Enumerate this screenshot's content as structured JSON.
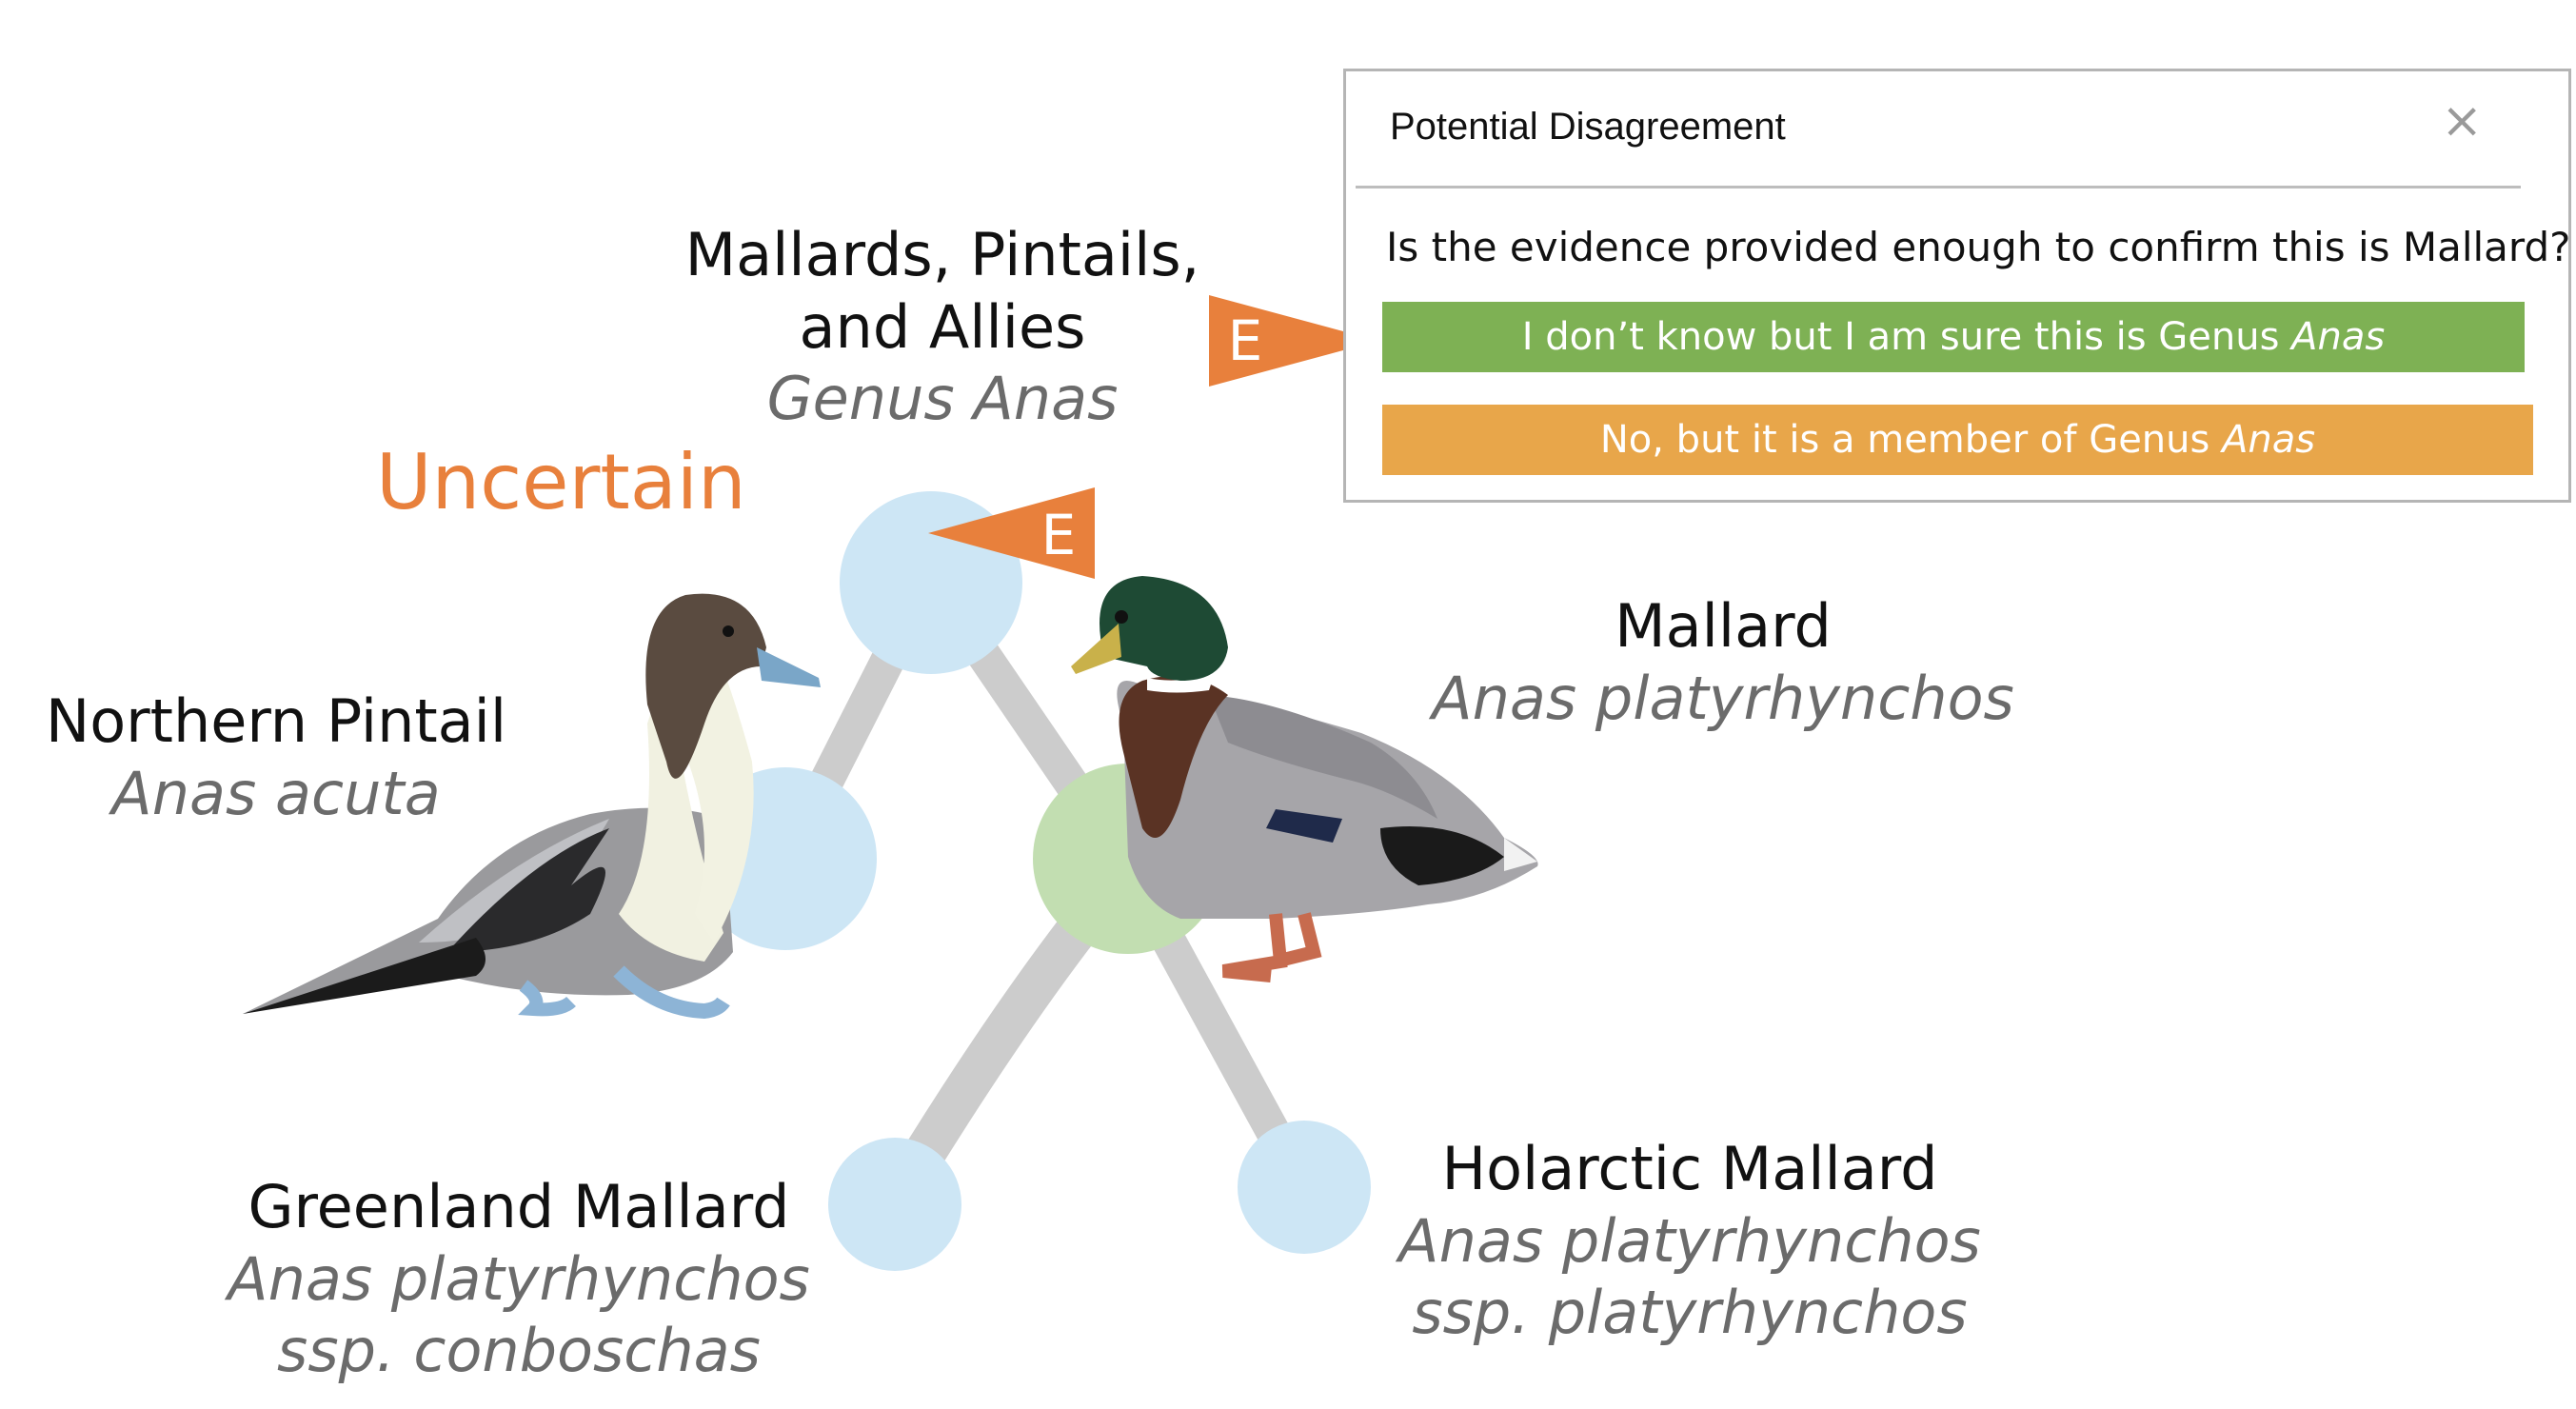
{
  "taxa": {
    "genus": {
      "common_line1": "Mallards, Pintails,",
      "common_line2": "and Allies",
      "scientific": "Genus Anas"
    },
    "pintail": {
      "common": "Northern Pintail",
      "scientific": "Anas acuta"
    },
    "mallard": {
      "common": "Mallard",
      "scientific": "Anas platyrhynchos"
    },
    "greenland": {
      "common": "Greenland Mallard",
      "scientific_line1": "Anas platyrhynchos",
      "scientific_line2": "ssp. conboschas"
    },
    "holarctic": {
      "common": "Holarctic Mallard",
      "scientific_line1": "Anas platyrhynchos",
      "scientific_line2": "ssp. platyrhynchos"
    }
  },
  "status": {
    "uncertain": "Uncertain"
  },
  "markers": {
    "evidence_letter": "E"
  },
  "popup": {
    "title": "Potential Disagreement",
    "close": "×",
    "question": "Is the evidence provided enough to confirm this is Mallard?",
    "option_a_prefix": "I don’t know but I am sure this is Genus ",
    "option_a_genus": "Anas",
    "option_b_prefix": "No, but it is a member of Genus ",
    "option_b_genus": "Anas"
  },
  "colors": {
    "node_blue": "#cde6f5",
    "node_green": "#c2deb1",
    "edge_gray": "#cccccc",
    "accent_orange": "#e8803c",
    "option_green": "#7eb154",
    "option_orange": "#e8a64a"
  },
  "icons": [
    "pintail-duck-icon",
    "mallard-duck-icon",
    "evidence-flag-icon",
    "close-icon"
  ]
}
